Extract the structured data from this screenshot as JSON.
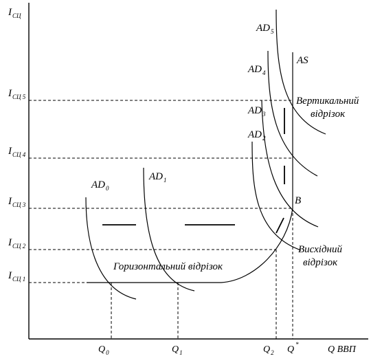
{
  "y_axis": {
    "label_main": "I",
    "label_sub": "СЦ",
    "ticks": [
      {
        "main": "I",
        "sub": "СЦ 5"
      },
      {
        "main": "I",
        "sub": "СЦ 4"
      },
      {
        "main": "I",
        "sub": "СЦ 3"
      },
      {
        "main": "I",
        "sub": "СЦ 2"
      },
      {
        "main": "I",
        "sub": "СЦ 1"
      }
    ]
  },
  "x_axis": {
    "label": "Q ВВП",
    "ticks": [
      {
        "main": "Q",
        "sub": "0"
      },
      {
        "main": "Q",
        "sub": "1"
      },
      {
        "main": "Q",
        "sub": "2"
      },
      {
        "main": "Q",
        "sup": "*"
      }
    ]
  },
  "curves": {
    "ad0": {
      "main": "AD",
      "sub": "0"
    },
    "ad1": {
      "main": "AD",
      "sub": "1"
    },
    "ad2": {
      "main": "AD",
      "sub": "2"
    },
    "ad3": {
      "main": "AD",
      "sub": "3"
    },
    "ad4": {
      "main": "AD",
      "sub": "4"
    },
    "ad5": {
      "main": "AD",
      "sub": "5"
    },
    "as": "AS"
  },
  "annotations": {
    "horizontal_segment": "Горизонтальний відрізок",
    "rising_segment_line1": "Висхідний",
    "rising_segment_line2": "відрізок",
    "vertical_segment_line1": "Вертикальний",
    "vertical_segment_line2": "відрізок",
    "point_b": "B"
  }
}
